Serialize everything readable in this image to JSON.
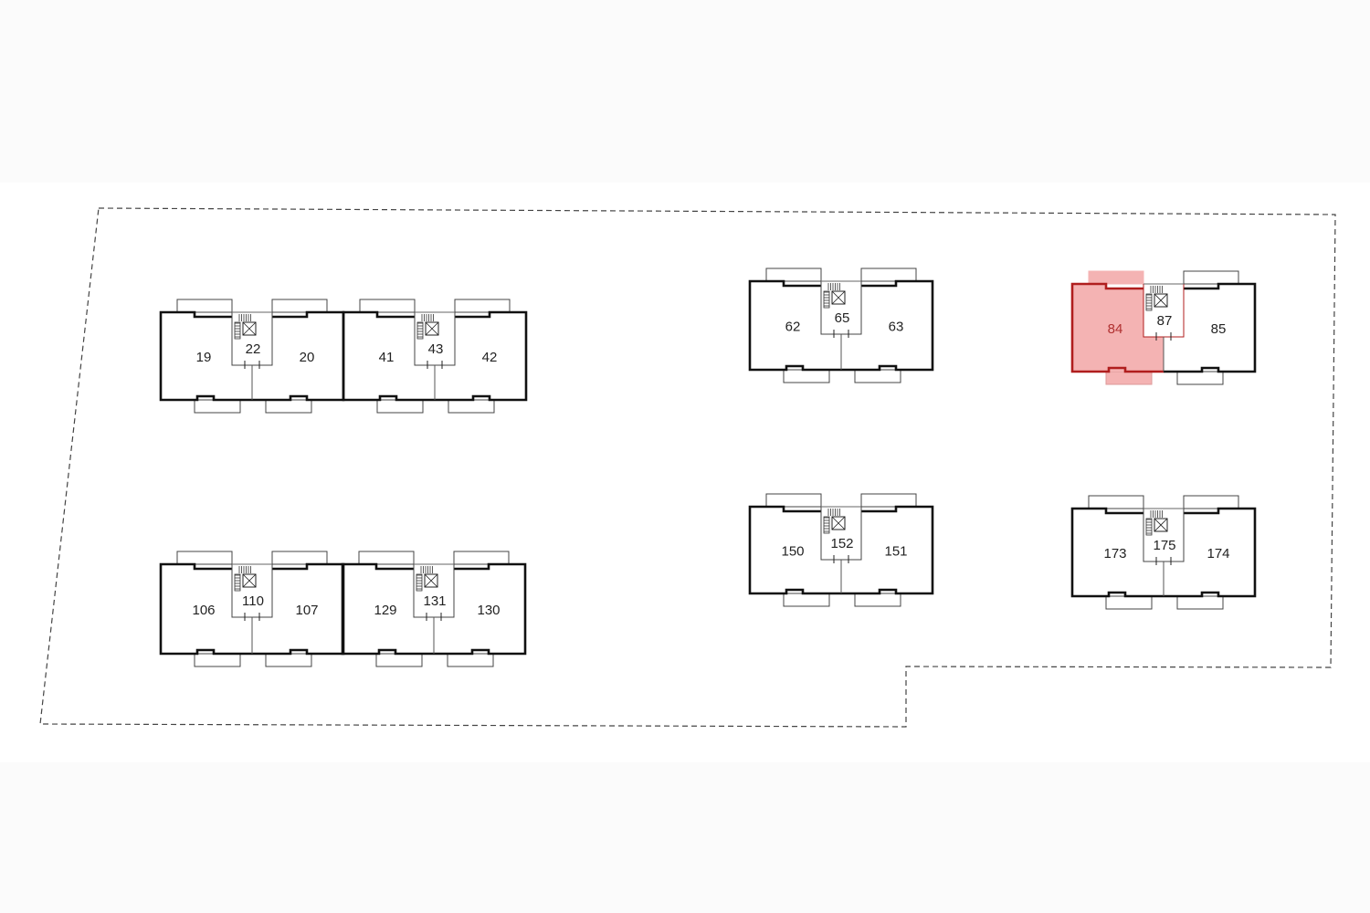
{
  "site_plan": {
    "highlight_color": "#f4b3b3",
    "highlight_stroke": "#b01e1e",
    "highlight_text": "#b03030",
    "modules": [
      {
        "left": "19",
        "core": "22",
        "right": "20",
        "highlight": null
      },
      {
        "left": "41",
        "core": "43",
        "right": "42",
        "highlight": null
      },
      {
        "left": "106",
        "core": "110",
        "right": "107",
        "highlight": null
      },
      {
        "left": "129",
        "core": "131",
        "right": "130",
        "highlight": null
      },
      {
        "left": "62",
        "core": "65",
        "right": "63",
        "highlight": null
      },
      {
        "left": "84",
        "core": "87",
        "right": "85",
        "highlight": "left"
      },
      {
        "left": "150",
        "core": "152",
        "right": "151",
        "highlight": null
      },
      {
        "left": "173",
        "core": "175",
        "right": "174",
        "highlight": null
      }
    ]
  }
}
